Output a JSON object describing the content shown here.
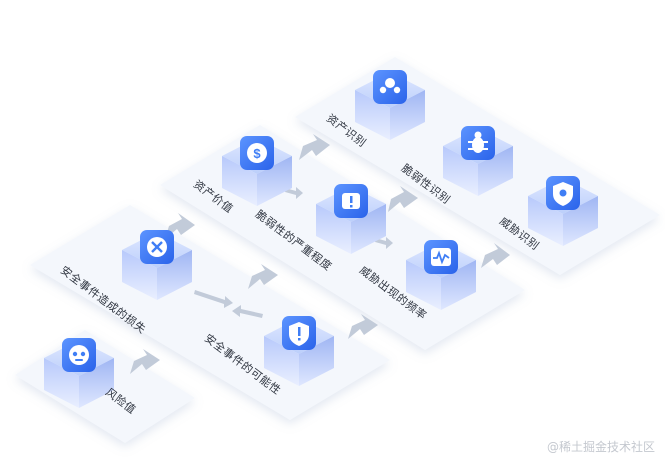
{
  "diagram": {
    "nodes": {
      "asset_identify": {
        "label": "资产识别",
        "icon": "team-icon"
      },
      "vulnerability_identify": {
        "label": "脆弱性识别",
        "icon": "bug-icon"
      },
      "threat_identify": {
        "label": "威胁识别",
        "icon": "shield-search-icon"
      },
      "asset_value": {
        "label": "资产价值",
        "icon": "dollar-icon"
      },
      "vulnerability_severity": {
        "label": "脆弱性的严重程度",
        "icon": "exclamation-icon"
      },
      "threat_frequency": {
        "label": "威胁出现的频率",
        "icon": "pulse-icon"
      },
      "incident_loss": {
        "label": "安全事件造成的损失",
        "icon": "close-icon"
      },
      "incident_possibility": {
        "label": "安全事件的可能性",
        "icon": "alert-shield-icon"
      },
      "risk_value": {
        "label": "风险值",
        "icon": "robot-icon"
      }
    },
    "colors": {
      "platform": "#f3f6fb",
      "cube_top": "#c9d8fb",
      "cube_side": "#a9bdf5",
      "badge": "#3f7ef5",
      "arrow": "#b9c3d3"
    }
  },
  "watermark": "@稀土掘金技术社区"
}
